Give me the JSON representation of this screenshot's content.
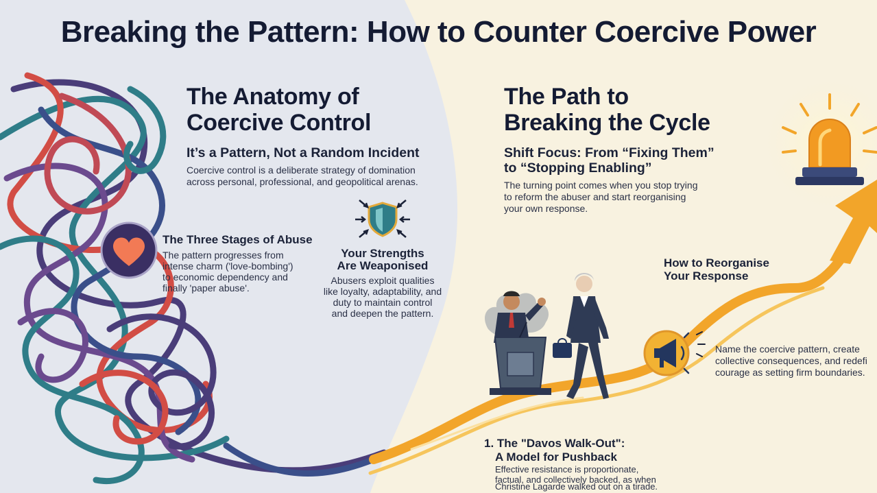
{
  "title": "Breaking the Pattern: How to Counter Coercive Power",
  "anatomy": {
    "title_line1": "The Anatomy of",
    "title_line2": "Coercive Control",
    "subtitle": "It’s a Pattern, Not a Random Incident",
    "body_line1": "Coercive control is a deliberate strategy of domination",
    "body_line2": "across personal, professional, and geopolitical arenas."
  },
  "stages": {
    "heading": "The Three Stages of Abuse",
    "line1": "The pattern progresses from",
    "line2": "intense charm ('love-bombing')",
    "line3": "to economic dependency and",
    "line4": "finally 'paper abuse'.",
    "icon": "heart-icon"
  },
  "strengths": {
    "heading_line1": "Your Strengths",
    "heading_line2": "Are Weaponised",
    "line1": "Abusers exploit qualities",
    "line2": "like loyalty, adaptability, and",
    "line3": "duty to maintain control",
    "line4": "and deepen the pattern.",
    "icon": "shield-icon"
  },
  "path": {
    "title_line1": "The Path to",
    "title_line2": "Breaking the Cycle",
    "subtitle_line1": "Shift Focus: From “Fixing Them”",
    "subtitle_line2": "to “Stopping Enabling”",
    "body_line1": "The turning point comes when you stop trying",
    "body_line2": "to reform the abuser and start reorganising",
    "body_line3": "your own response."
  },
  "reorganise": {
    "heading_line1": "How to Reorganise",
    "heading_line2": "Your Response",
    "line1": "Name the coercive pattern, create",
    "line2": "collective consequences, and redefi",
    "line3": "courage as setting firm boundaries.",
    "icon": "megaphone-icon"
  },
  "davos": {
    "heading_line1": "1. The \"Davos Walk-Out\":",
    "heading_line2": "A Model for Pushback",
    "line1": "Effective resistance is proportionate,",
    "line2": "factual, and collectively backed, as when",
    "line3": "Christine Lagarde walked out on a tirade."
  },
  "colors": {
    "left_bg": "#e4e7ee",
    "right_bg": "#f8f2e0",
    "path_orange": "#f2a52a",
    "tangle_purple": "#4a3d79",
    "tangle_teal": "#2f7d88",
    "tangle_red": "#d24d45"
  }
}
